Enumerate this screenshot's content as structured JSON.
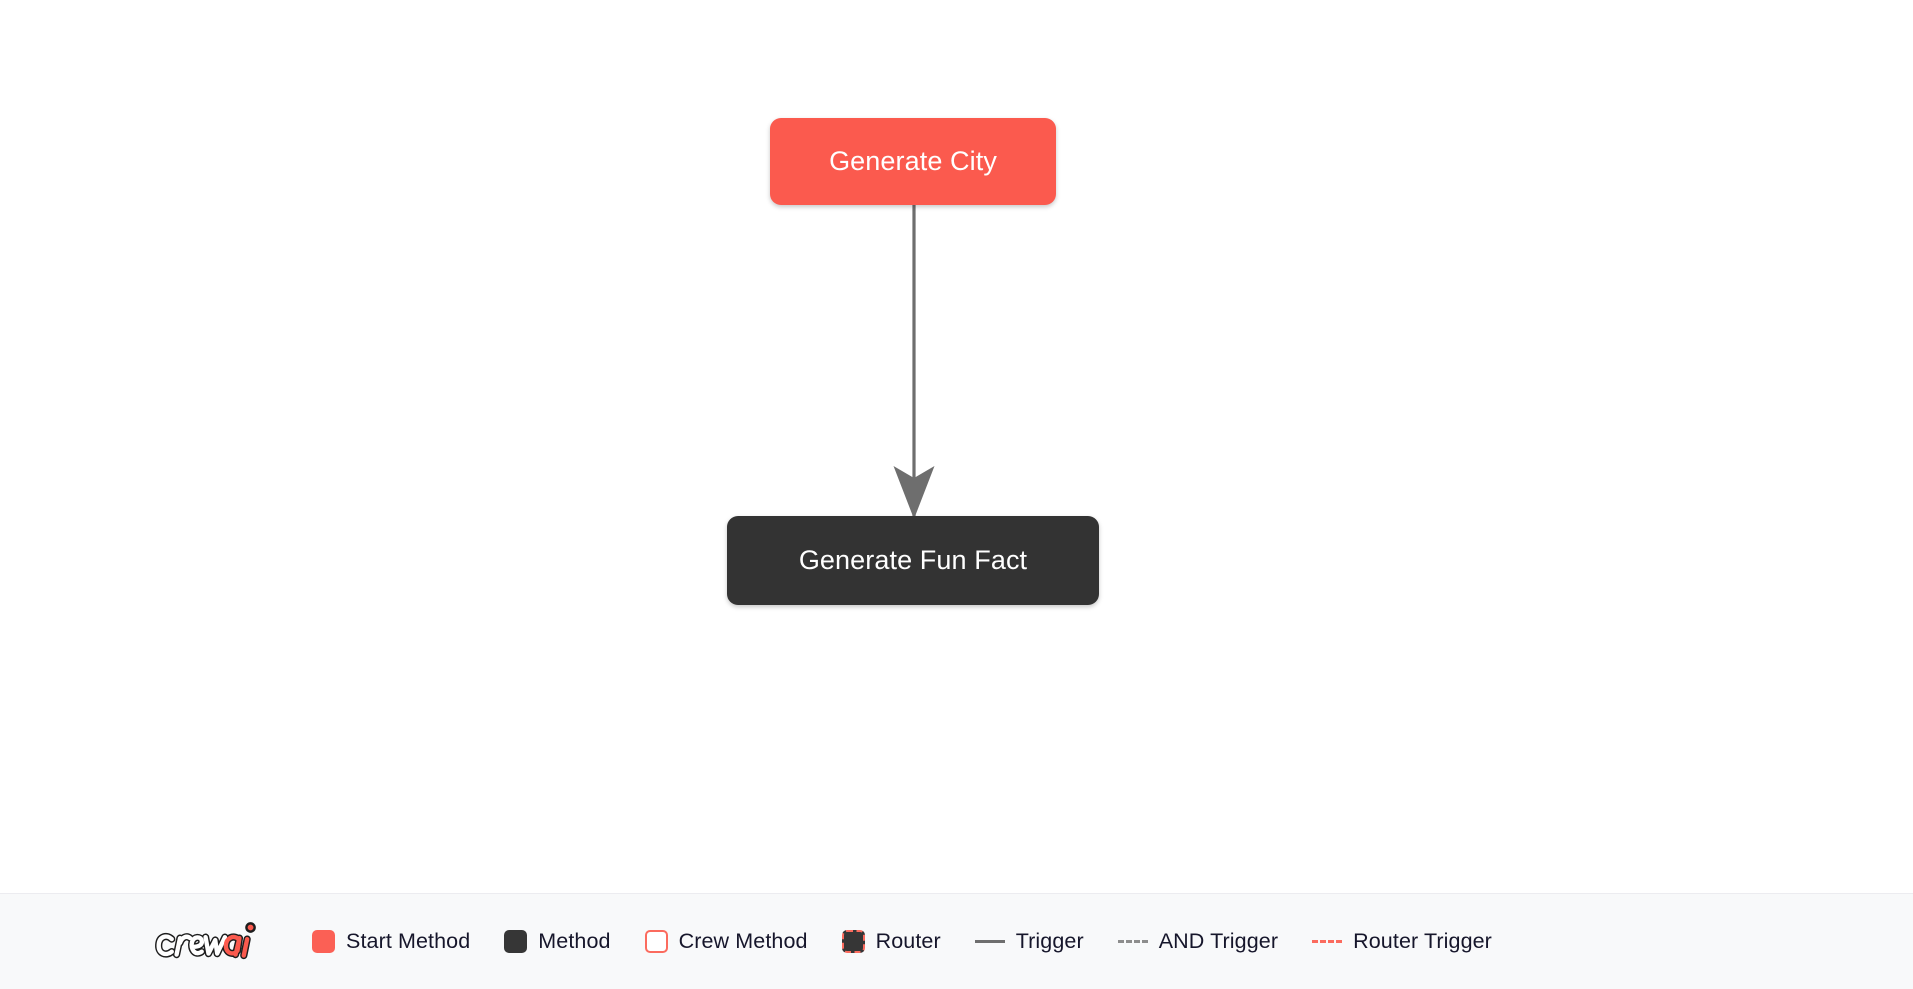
{
  "canvas": {
    "background_color": "#ffffff",
    "nodes": [
      {
        "id": "generate_city",
        "label": "Generate City",
        "type": "start-method",
        "color": "#fb5a4e",
        "text_color": "#ffffff"
      },
      {
        "id": "generate_fun_fact",
        "label": "Generate Fun Fact",
        "type": "method",
        "color": "#333333",
        "text_color": "#ffffff"
      }
    ],
    "edges": [
      {
        "from": "generate_city",
        "to": "generate_fun_fact",
        "type": "trigger",
        "style": "solid",
        "color": "#6e6e6e",
        "arrowhead": "concave-triangle"
      }
    ]
  },
  "legend": {
    "background_color": "#f8f9fa",
    "text_color": "#16162b",
    "brand": {
      "name": "crewai",
      "word_primary": "crew",
      "word_accent": "ai",
      "accent_color": "#fb5a4e",
      "outline_color": "#1d1d1d",
      "fill_color": "#ffffff"
    },
    "items": [
      {
        "label": "Start Method",
        "marker": "swatch",
        "marker_name": "start-method-swatch",
        "color": "#fb6055"
      },
      {
        "label": "Method",
        "marker": "swatch",
        "marker_name": "method-swatch",
        "color": "#363636"
      },
      {
        "label": "Crew Method",
        "marker": "swatch",
        "marker_name": "crew-method-swatch",
        "color": "#ffffff"
      },
      {
        "label": "Router",
        "marker": "swatch",
        "marker_name": "router-swatch",
        "color": "#363636"
      },
      {
        "label": "Trigger",
        "marker": "line",
        "marker_name": "trigger-line",
        "color": "#6e6e6e"
      },
      {
        "label": "AND Trigger",
        "marker": "line",
        "marker_name": "and-trigger-line",
        "color": "#8d8d8d"
      },
      {
        "label": "Router Trigger",
        "marker": "line",
        "marker_name": "router-trigger-line",
        "color": "#fb6b5e"
      }
    ]
  }
}
